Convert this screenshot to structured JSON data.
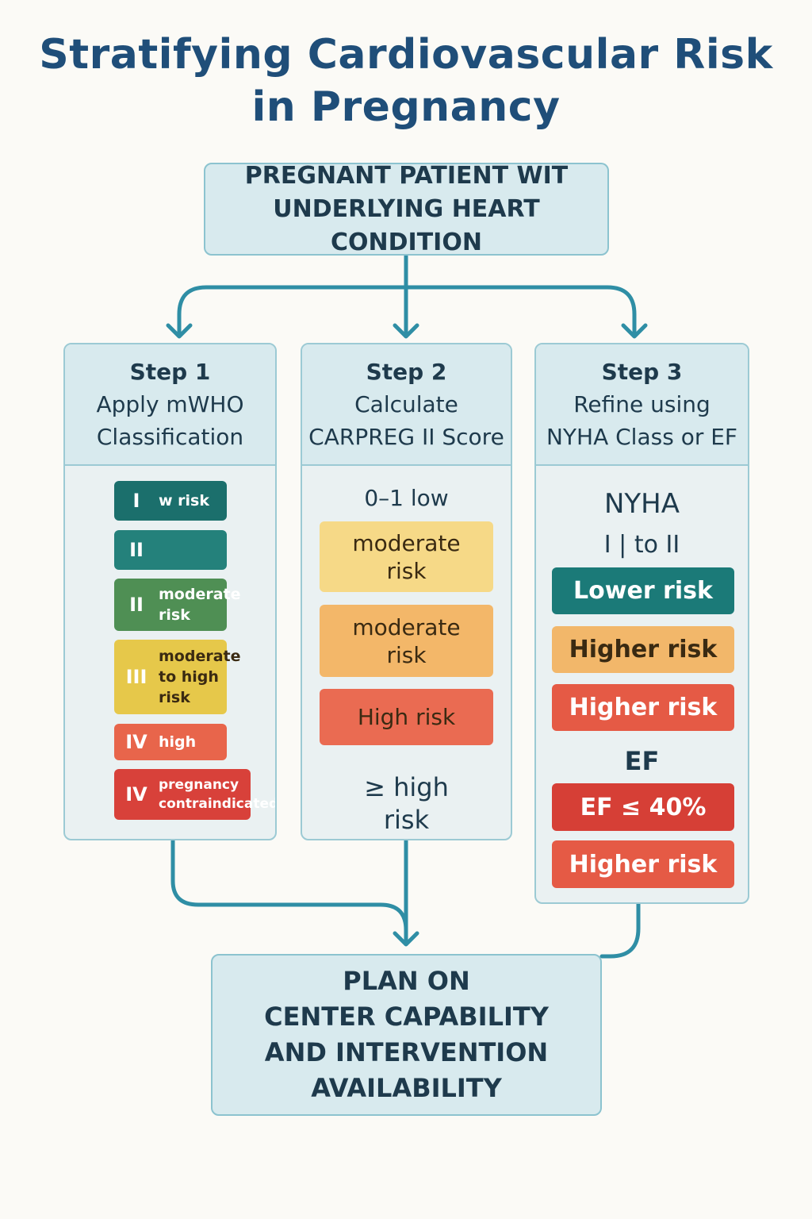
{
  "title": {
    "line1": "Stratifying Cardiovascular Risk",
    "line2": "in Pregnancy"
  },
  "start": {
    "line1": "PREGNANT PATIENT WIT",
    "line2": "UNDERLYING HEART CONDITION"
  },
  "step1": {
    "step": "Step 1",
    "line1": "Apply mWHO",
    "line2": "Classification",
    "items": [
      {
        "num": "I",
        "label": "w risk",
        "color": "#1b6f6c"
      },
      {
        "num": "II",
        "label": "",
        "color": "#24817b"
      },
      {
        "num": "II",
        "label": "moderate risk",
        "color": "#4f8f54"
      },
      {
        "num": "III",
        "label": "moderate to high risk",
        "color": "#e6c84a"
      },
      {
        "num": "IV",
        "label": "high",
        "color": "#e8654b"
      },
      {
        "num": "IV",
        "label": "pregnancy contraindicated",
        "color": "#d8413a"
      }
    ]
  },
  "step2": {
    "step": "Step 2",
    "line1": "Calculate",
    "line2": "CARPREG II Score",
    "low_text": "0–1 low",
    "items": [
      {
        "line1": "moderate",
        "line2": "risk",
        "color": "#f6d987"
      },
      {
        "line1": "moderate",
        "line2": "risk",
        "color": "#f3b769"
      },
      {
        "line1": "High risk",
        "line2": "",
        "color": "#ea6b52"
      }
    ],
    "high_line1": "≥ high",
    "high_line2": "risk"
  },
  "step3": {
    "step": "Step 3",
    "line1": "Refine using",
    "line2": "NYHA Class or EF",
    "nyha_label": "NYHA",
    "nyha_range": "I  |  to II",
    "ef_label": "EF",
    "items": [
      {
        "label": "Lower risk",
        "color": "#1b7a78"
      },
      {
        "label": "Higher risk",
        "color": "#f2b76a"
      },
      {
        "label": "Higher risk",
        "color": "#e55a45"
      },
      {
        "label": "EF ≤ 40%",
        "color": "#d63f36"
      },
      {
        "label": "Higher risk",
        "color": "#e55a45"
      }
    ]
  },
  "end": {
    "line1": "PLAN ON",
    "line2": "CENTER CAPABILITY",
    "line3": "AND INTERVENTION",
    "line4": "AVAILABILITY"
  },
  "colors": {
    "title": "#1f4e79",
    "connector": "#2f8ea5",
    "box_fill": "#d8eaee",
    "box_border": "#8cc3cf"
  }
}
